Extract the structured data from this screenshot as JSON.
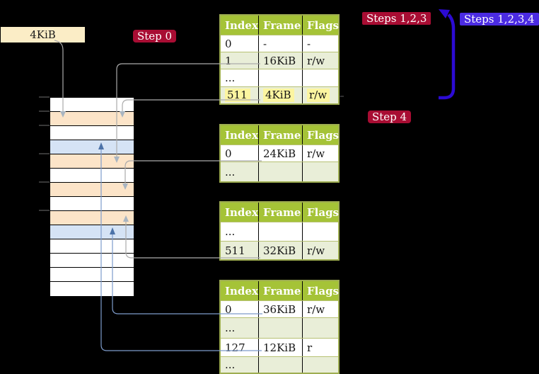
{
  "frame_label": {
    "text": "4KiB"
  },
  "badges": [
    {
      "label": "Step 0",
      "bg": "#a80d33"
    },
    {
      "label": "Steps 1,2,3",
      "bg": "#a80d33"
    },
    {
      "label": "Steps 1,2,3,4",
      "bg": "#4b2be2"
    },
    {
      "label": "Step 4",
      "bg": "#a80d33"
    }
  ],
  "memory": {
    "colors": {
      "free": "#ffffff",
      "page_table": "#fce4c8",
      "mapped_page": "#d5e3f5"
    },
    "rows": [
      "free",
      "page_table",
      "free",
      "mapped_page",
      "page_table",
      "free",
      "page_table",
      "free",
      "page_table",
      "mapped_page",
      "free",
      "free",
      "free",
      "free"
    ]
  },
  "tables": [
    {
      "headers": [
        "Index",
        "Frame",
        "Flags"
      ],
      "rows": [
        {
          "cells": [
            "0",
            "-",
            "-"
          ],
          "shaded": false,
          "highlighted": false
        },
        {
          "cells": [
            "1",
            "16KiB",
            "r/w"
          ],
          "shaded": true,
          "highlighted": false
        },
        {
          "cells": [
            "...",
            "",
            ""
          ],
          "shaded": false,
          "highlighted": false
        },
        {
          "cells": [
            "511",
            "4KiB",
            "r/w"
          ],
          "shaded": true,
          "highlighted": true
        }
      ]
    },
    {
      "headers": [
        "Index",
        "Frame",
        "Flags"
      ],
      "rows": [
        {
          "cells": [
            "0",
            "24KiB",
            "r/w"
          ],
          "shaded": false,
          "highlighted": false
        },
        {
          "cells": [
            "...",
            "",
            ""
          ],
          "shaded": true,
          "highlighted": false
        }
      ]
    },
    {
      "headers": [
        "Index",
        "Frame",
        "Flags"
      ],
      "rows": [
        {
          "cells": [
            "...",
            "",
            ""
          ],
          "shaded": false,
          "highlighted": false
        },
        {
          "cells": [
            "511",
            "32KiB",
            "r/w"
          ],
          "shaded": true,
          "highlighted": false
        }
      ]
    },
    {
      "headers": [
        "Index",
        "Frame",
        "Flags"
      ],
      "rows": [
        {
          "cells": [
            "0",
            "36KiB",
            "r/w"
          ],
          "shaded": false,
          "highlighted": false
        },
        {
          "cells": [
            "...",
            "",
            ""
          ],
          "shaded": true,
          "highlighted": false
        },
        {
          "cells": [
            "127",
            "12KiB",
            "r"
          ],
          "shaded": false,
          "highlighted": false
        },
        {
          "cells": [
            "...",
            "",
            ""
          ],
          "shaded": true,
          "highlighted": false
        }
      ]
    }
  ],
  "colors": {
    "table_header_bg": "#a5c337",
    "table_shaded_row": "#e9eed8",
    "table_border": "#9ead51",
    "highlight": "#fcf5a0",
    "label_box_bg": "#fbedc6",
    "gray_connector": "#ababab",
    "gray_arrowhead": "#a9b5c1",
    "blue_connector": "#7d9bcb",
    "blue_arrowhead": "#4c73a9",
    "loop_arrow": "#2c0bd4"
  }
}
